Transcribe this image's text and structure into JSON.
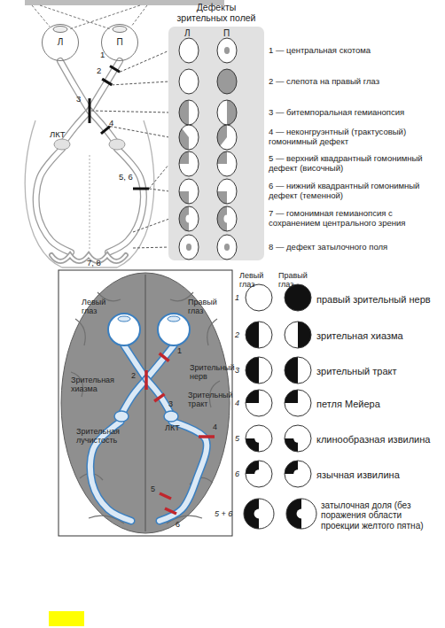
{
  "diagram": {
    "nodes": [
      {
        "text": [
          "Дефекты зрительных полей"
        ]
      },
      {
        "text": [
          "Л"
        ]
      },
      {
        "text": [
          "П"
        ]
      }
    ],
    "labels": [
      "Л",
      "П",
      "1",
      "2",
      "3",
      "4",
      "ЛКТ",
      "5, 6",
      "7, 8",
      "1 — центральная скотома",
      "2 — слепота на правый глаз",
      "3 — битемпоральная гемианопсия",
      "4 — неконгруэнтный (трактусовый) гомонимный дефект",
      "5 — верхний квадрантный гомонимный дефект (височный)",
      "6 — нижний квадрантный гомонимный дефект (теменной)",
      "7 — гомонимная гемианопсия с сохранением центрального зрения",
      "8 — дефект затылочного поля",
      "Левый глаз",
      "Правый глаз",
      "1",
      "2",
      "3",
      "4",
      "5",
      "6",
      "Зрительный нерв",
      "Зрительная хиазма",
      "Зрительный тракт",
      "ЛКТ",
      "Зрительная лучистость",
      "Левый глаз",
      "Правый глаз",
      "1",
      "2",
      "3",
      "4",
      "5",
      "6",
      "5 + 6",
      "правый зрительный нерв",
      "зрительная хиазма",
      "зрительный тракт",
      "петля Мейера",
      "клинообразная извилина",
      "язычная извилина",
      "затылочная доля (без поражения области проекции желтого пятна)"
    ]
  }
}
